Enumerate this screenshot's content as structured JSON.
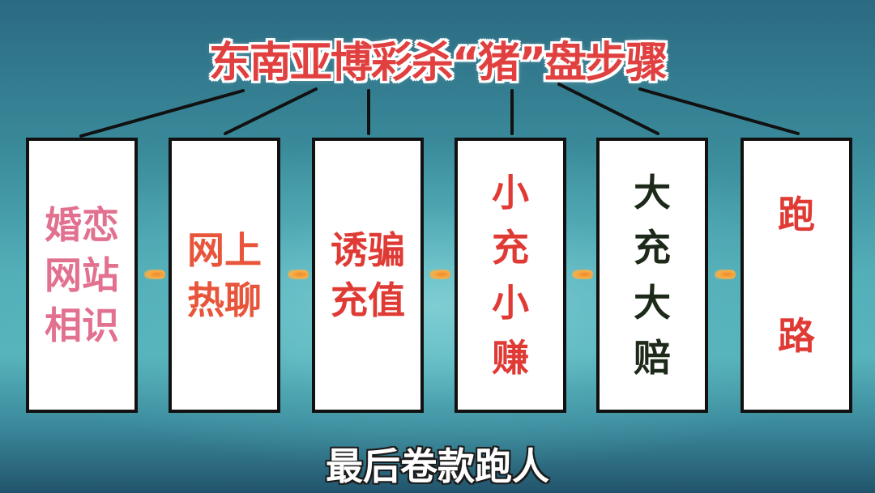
{
  "title": "东南亚博彩杀“猪”盘步骤",
  "steps": [
    {
      "label": "婚恋网站相识",
      "color": "#e2708f"
    },
    {
      "label": "网上热聊",
      "color": "#e8553a"
    },
    {
      "label": "诱骗充值",
      "color": "#e03a35"
    },
    {
      "label": "小充小赚",
      "color": "#e03a35"
    },
    {
      "label": "大充大赔",
      "color": "#1d2a1a"
    },
    {
      "label": "跑 路",
      "color": "#e03a35"
    }
  ],
  "arrows": [
    "arrow-right",
    "arrow-right",
    "arrow-right",
    "arrow-right",
    "arrow-right"
  ],
  "caption": "最后卷款跑人",
  "colors": {
    "title_red": "#e0403f",
    "box_border": "#111111",
    "arrow_orange": "#f0952e",
    "background_teal": "#4ea8b4"
  }
}
